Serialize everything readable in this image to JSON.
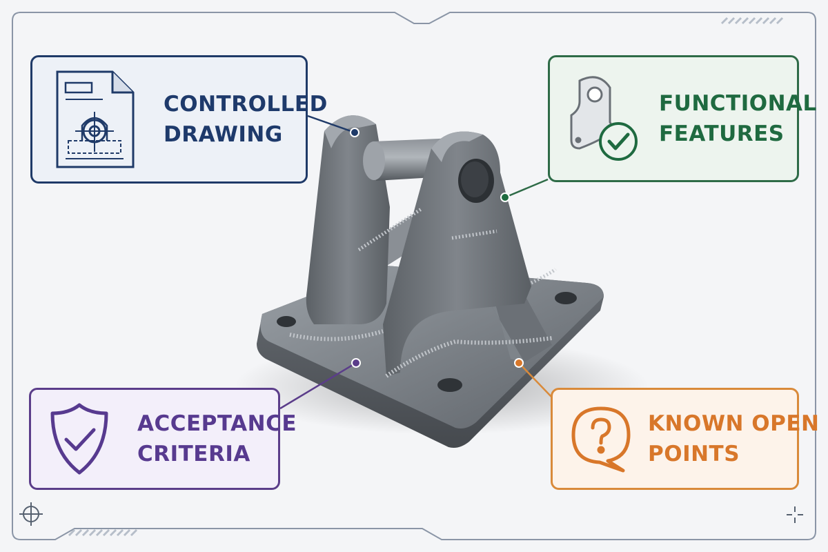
{
  "callouts": {
    "drawing": {
      "lines": [
        "CONTROLLED",
        "DRAWING"
      ],
      "color": "#1e3a6b",
      "icon": "technical-drawing-icon"
    },
    "features": {
      "lines": [
        "FUNCTIONAL",
        "FEATURES"
      ],
      "color": "#1f6a40",
      "icon": "bracket-checkmark-icon"
    },
    "acceptance": {
      "lines": [
        "ACCEPTANCE",
        "CRITERIA"
      ],
      "color": "#573a8f",
      "icon": "shield-check-icon"
    },
    "openpoints": {
      "lines": [
        "KNOWN OPEN",
        "POINTS"
      ],
      "color": "#d8772a",
      "icon": "question-bubble-icon"
    }
  },
  "part": {
    "icon": "welded-steel-bracket",
    "metal_color": "#6e7378"
  },
  "frame": {
    "color": "#8a95a6",
    "corner_icons": [
      "crosshair-icon",
      "crosshair-icon"
    ]
  }
}
